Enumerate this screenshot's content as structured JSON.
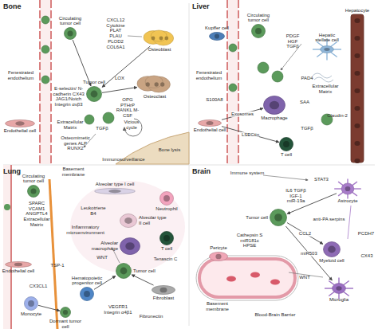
{
  "diagram": {
    "nodes": [
      {
        "text": [
          "Bone"
        ]
      },
      {
        "text": [
          "Circulating tumor cell"
        ],
        "in": 0
      },
      {
        "text": [
          "Osteoblast"
        ],
        "in": 0
      },
      {
        "text": [
          "Osteoclast"
        ],
        "in": 0
      },
      {
        "text": [
          "Tumor cell"
        ],
        "in": 0
      },
      {
        "text": [
          "Endothelial cell"
        ],
        "in": 0
      },
      {
        "text": [
          "Liver"
        ]
      },
      {
        "text": [
          "Kupffer cell"
        ],
        "in": 6
      },
      {
        "text": [
          "Circulating tumor cell"
        ],
        "in": 6
      },
      {
        "text": [
          "Hepatocyte"
        ],
        "in": 6
      },
      {
        "text": [
          "Hepatic stellate cell"
        ],
        "in": 6
      },
      {
        "text": [
          "Macrophage"
        ],
        "in": 6
      },
      {
        "text": [
          "Endothelial cell"
        ],
        "in": 6
      },
      {
        "text": [
          "T cell"
        ],
        "in": 6
      },
      {
        "text": [
          "Lung"
        ]
      },
      {
        "text": [
          "Circulating tumor cell"
        ],
        "in": 14
      },
      {
        "text": [
          "Alveolar type I cell"
        ],
        "in": 14
      },
      {
        "text": [
          "Alveolar type II cell"
        ],
        "in": 14
      },
      {
        "text": [
          "Neutrophil"
        ],
        "in": 14
      },
      {
        "text": [
          "Alveolar macrophage"
        ],
        "in": 14
      },
      {
        "text": [
          "T cell"
        ],
        "in": 14
      },
      {
        "text": [
          "Tumor cell"
        ],
        "in": 14
      },
      {
        "text": [
          "Hematopoietic progenitor cell"
        ],
        "in": 14
      },
      {
        "text": [
          "Monocyte"
        ],
        "in": 14
      },
      {
        "text": [
          "Dormant tumor cell"
        ],
        "in": 14
      },
      {
        "text": [
          "Fibroblast"
        ],
        "in": 14
      },
      {
        "text": [
          "Endothelial cell"
        ],
        "in": 14
      },
      {
        "text": [
          "Brain"
        ]
      },
      {
        "text": [
          "Astrocyte"
        ],
        "in": 27
      },
      {
        "text": [
          "Tumor cell"
        ],
        "in": 27
      },
      {
        "text": [
          "Pericyte"
        ],
        "in": 27
      },
      {
        "text": [
          "Myeloid cell"
        ],
        "in": 27
      },
      {
        "text": [
          "Microglia"
        ],
        "in": 27
      }
    ],
    "edges": [
      {
        "from": 1,
        "to": 4,
        "arrow": "to"
      },
      {
        "from": 2,
        "to": 4,
        "arrow": "to"
      },
      {
        "from": 4,
        "to": 3,
        "arrow": "to"
      },
      {
        "from": 12,
        "to": 11,
        "label": "Exosomes",
        "arrow": "to"
      },
      {
        "from": 12,
        "to": 13,
        "label": "LSECtin",
        "arrow": "to"
      },
      {
        "from": 22,
        "to": 21,
        "arrow": "to"
      },
      {
        "from": 25,
        "to": 21,
        "arrow": "to"
      },
      {
        "from": 23,
        "to": 24,
        "arrow": "to"
      },
      {
        "from": 28,
        "to": 29,
        "arrow": "to"
      },
      {
        "from": 29,
        "to": 31,
        "label": "CCL2",
        "arrow": "to"
      },
      {
        "from": 29,
        "to": 32,
        "label": "miR503",
        "arrow": "to"
      }
    ],
    "labels": [
      "Fenestrated endothelium",
      "CXCL12 Cytokine PLAT PLAU PLOD2 COL6A1",
      "LOX",
      "OPG PTHrP RANKL M-CSF",
      "E-selectin/ N-cadherin CX43 JAG1/Notch Integrin αvβ3",
      "Vicious cycle",
      "TGFβ",
      "Bone lysis",
      "Extracellular Matrix",
      "Osteomimetic genes ALP RUNX2",
      "Immunosurveillance",
      "PDGF HGF TGFβ",
      "Fenestrated endothelium",
      "PAD4",
      "Extracellular Matrix",
      "S100A8",
      "SAA",
      "Claudin-2",
      "TGFβ",
      "Basement membrane",
      "SPARC VCAM1 ANGPTL4 Extracellular Matrix",
      "Leukotriene B4",
      "Inflammatory microenvironment",
      "WNT",
      "Tenascin C",
      "TSP-1",
      "VEGFR1 Integrin α4β1",
      "Fibronectin",
      "CX3CL1",
      "Immune system",
      "STAT3",
      "IL6 TGFβ IGF-1 miR-19a",
      "anti-PA serpins",
      "PCDH7",
      "CX43",
      "Cathepsin S miR181c HPSE",
      "WNT",
      "Basement membrane",
      "Blood-Brain Barrier"
    ]
  }
}
